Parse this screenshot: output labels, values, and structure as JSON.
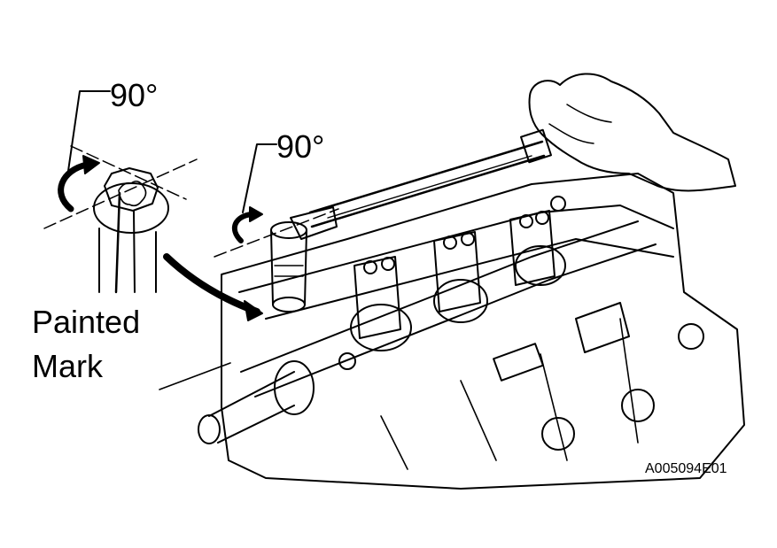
{
  "labels": {
    "angle_left": "90°",
    "angle_right": "90°",
    "painted_line1": "Painted",
    "painted_line2": "Mark",
    "figure_code": "A005094E01"
  },
  "colors": {
    "ink": "#000000",
    "paper": "#ffffff"
  }
}
